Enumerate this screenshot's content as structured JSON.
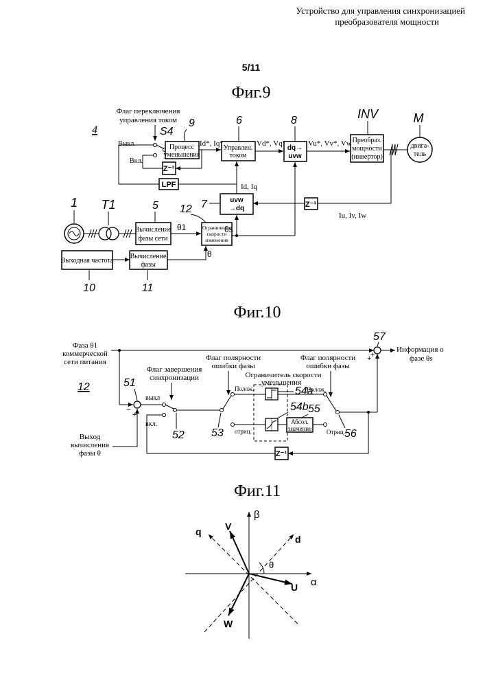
{
  "header": {
    "title_line1": "Устройство для управления синхронизацией",
    "title_line2": "преобразователя мощности",
    "page_number": "5/11"
  },
  "fig9": {
    "title": "Фиг.9",
    "ref_system": "4",
    "flag_line1": "Флаг переключения",
    "flag_line2": "управления током",
    "ref_switch": "S4",
    "switch_off": "Выкл.",
    "switch_on": "Вкл.",
    "ref_reduction": "9",
    "reduction_line1": "Процесс",
    "reduction_line2": "уменьшения",
    "id_iq_cmd": "Id*, Iq*",
    "ref_current_ctrl": "6",
    "current_ctrl_line1": "Управлен.",
    "current_ctrl_line2": "током",
    "vd_vq_cmd": "Vd*, Vq*",
    "ref_dq_uvw": "8",
    "dq_uvw_top": "dq→",
    "dq_uvw_bottom": "uvw",
    "vu_vv_vw_cmd": "Vu*, Vv*, Vw*",
    "ref_inv": "INV",
    "inv_line1": "Преобраз.",
    "inv_line2": "мощности",
    "inv_line3": "(инвертор)",
    "ref_motor": "M",
    "motor_line1": "двига-",
    "motor_line2": "тель",
    "delay_label": "Z⁻¹",
    "lpf_label": "LPF",
    "id_iq": "Id, Iq",
    "ref_uvw_dq": "7",
    "uvw_dq_top": "uvw",
    "uvw_dq_bottom": "→dq",
    "iu_iv_iw": "Iu, Iv, Iw",
    "ref_grid": "1",
    "ref_transformer": "T1",
    "ref_grid_phase": "5",
    "grid_phase_line1": "Вычисление",
    "grid_phase_line2": "фазы сети",
    "theta1": "θ1",
    "ref_rate_limit": "12",
    "rate_limit_line1": "Ограничение",
    "rate_limit_line2": "скорости",
    "rate_limit_line3": "изменения",
    "theta_s": "θs",
    "theta": "θ",
    "out_freq_label": "Выходная частота",
    "ref_out_freq": "10",
    "phase_calc_line1": "Вычисление",
    "phase_calc_line2": "фазы",
    "ref_phase_calc": "11"
  },
  "fig10": {
    "title": "Фиг.10",
    "input1_line1": "Фаза θ1",
    "input1_line2": "коммерческой",
    "input1_line3": "сети питания",
    "ref_block": "12",
    "ref_51": "51",
    "minus": "−",
    "plus": "+",
    "sync_flag_line1": "Флаг завершения",
    "sync_flag_line2": "синхронизации",
    "switch_off": "выкл",
    "switch_on": "вкл.",
    "ref_52": "52",
    "input2_line1": "Выход",
    "input2_line2": "вычисления",
    "input2_line3": "фазы θ",
    "polarity_flag_line1": "Флаг полярности",
    "polarity_flag_line2": "ошибки фазы",
    "pos": "Полож.",
    "neg": "отриц.",
    "ref_53": "53",
    "limiter_line1": "Ограничитель скорости",
    "limiter_line2": "уменьшения",
    "ref_54a": "54a",
    "ref_54b": "54b",
    "ref_55": "55",
    "abs_line1": "Абсол.",
    "abs_line2": "значение",
    "polarity_flag2_line1": "Флаг полярности",
    "polarity_flag2_line2": "ошибки фазы",
    "pos2": "Полож.",
    "neg2": "Отриц.",
    "ref_56": "56",
    "ref_57": "57",
    "output_line1": "Информация о",
    "output_line2": "фазе θs",
    "delay_label": "Z⁻¹"
  },
  "fig11": {
    "title": "Фиг.11",
    "beta": "β",
    "alpha": "α",
    "q": "q",
    "d": "d",
    "v": "V",
    "u": "U",
    "w": "W",
    "theta": "θ"
  }
}
